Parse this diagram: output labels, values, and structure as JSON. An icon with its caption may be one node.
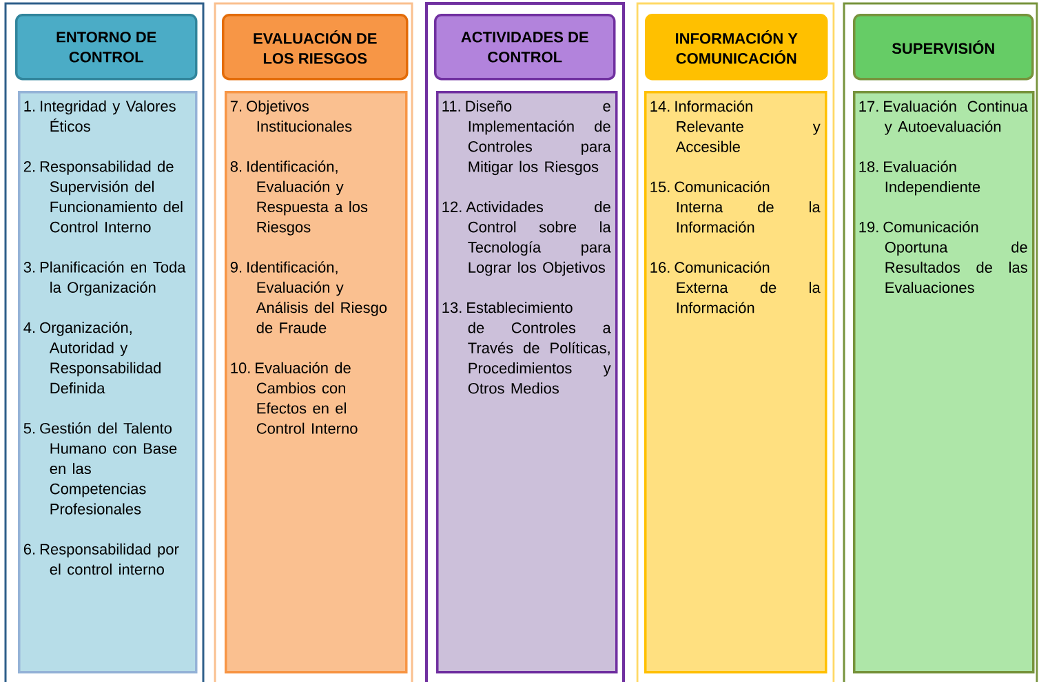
{
  "diagram": {
    "nodes": [
      {
        "text": [
          "ENTORNO DE CONTROL"
        ]
      },
      {
        "text": [
          "1. Integridad y Valores Éticos",
          "2. Responsabilidad de Supervisión del Funcionamiento del Control Interno",
          "3. Planificación en Toda la Organización",
          "4. Organización, Autoridad y Responsabilidad Definida",
          "5. Gestión del Talento Humano con Base en las Competencias Profesionales",
          "6. Responsabilidad por el control interno"
        ]
      },
      {
        "text": [
          "EVALUACIÓN DE LOS RIESGOS"
        ]
      },
      {
        "text": [
          "7. Objetivos Institucionales",
          "8. Identificación, Evaluación y Respuesta a los Riesgos",
          "9. Identificación, Evaluación y Análisis del Riesgo de Fraude",
          "10. Evaluación de Cambios con Efectos en el Control Interno"
        ]
      },
      {
        "text": [
          "ACTIVIDADES DE CONTROL"
        ]
      },
      {
        "text": [
          "11. Diseño e Implementación de Controles para Mitigar los Riesgos",
          "12. Actividades de Control sobre la Tecnología para Lograr los Objetivos",
          "13. Establecimiento de Controles a Través de Políticas, Procedimientos y Otros Medios"
        ]
      },
      {
        "text": [
          "INFORMACIÓN Y COMUNICACIÓN"
        ]
      },
      {
        "text": [
          "14. Información Relevante y Accesible",
          "15. Comunicación Interna de la Información",
          "16. Comunicación Externa de la Información"
        ]
      },
      {
        "text": [
          "SUPERVISIÓN"
        ]
      },
      {
        "text": [
          "17. Evaluación Continua y Autoevaluación",
          "18. Evaluación Independiente",
          "19. Comunicación Oportuna de Resultados de las Evaluaciones"
        ]
      }
    ]
  }
}
